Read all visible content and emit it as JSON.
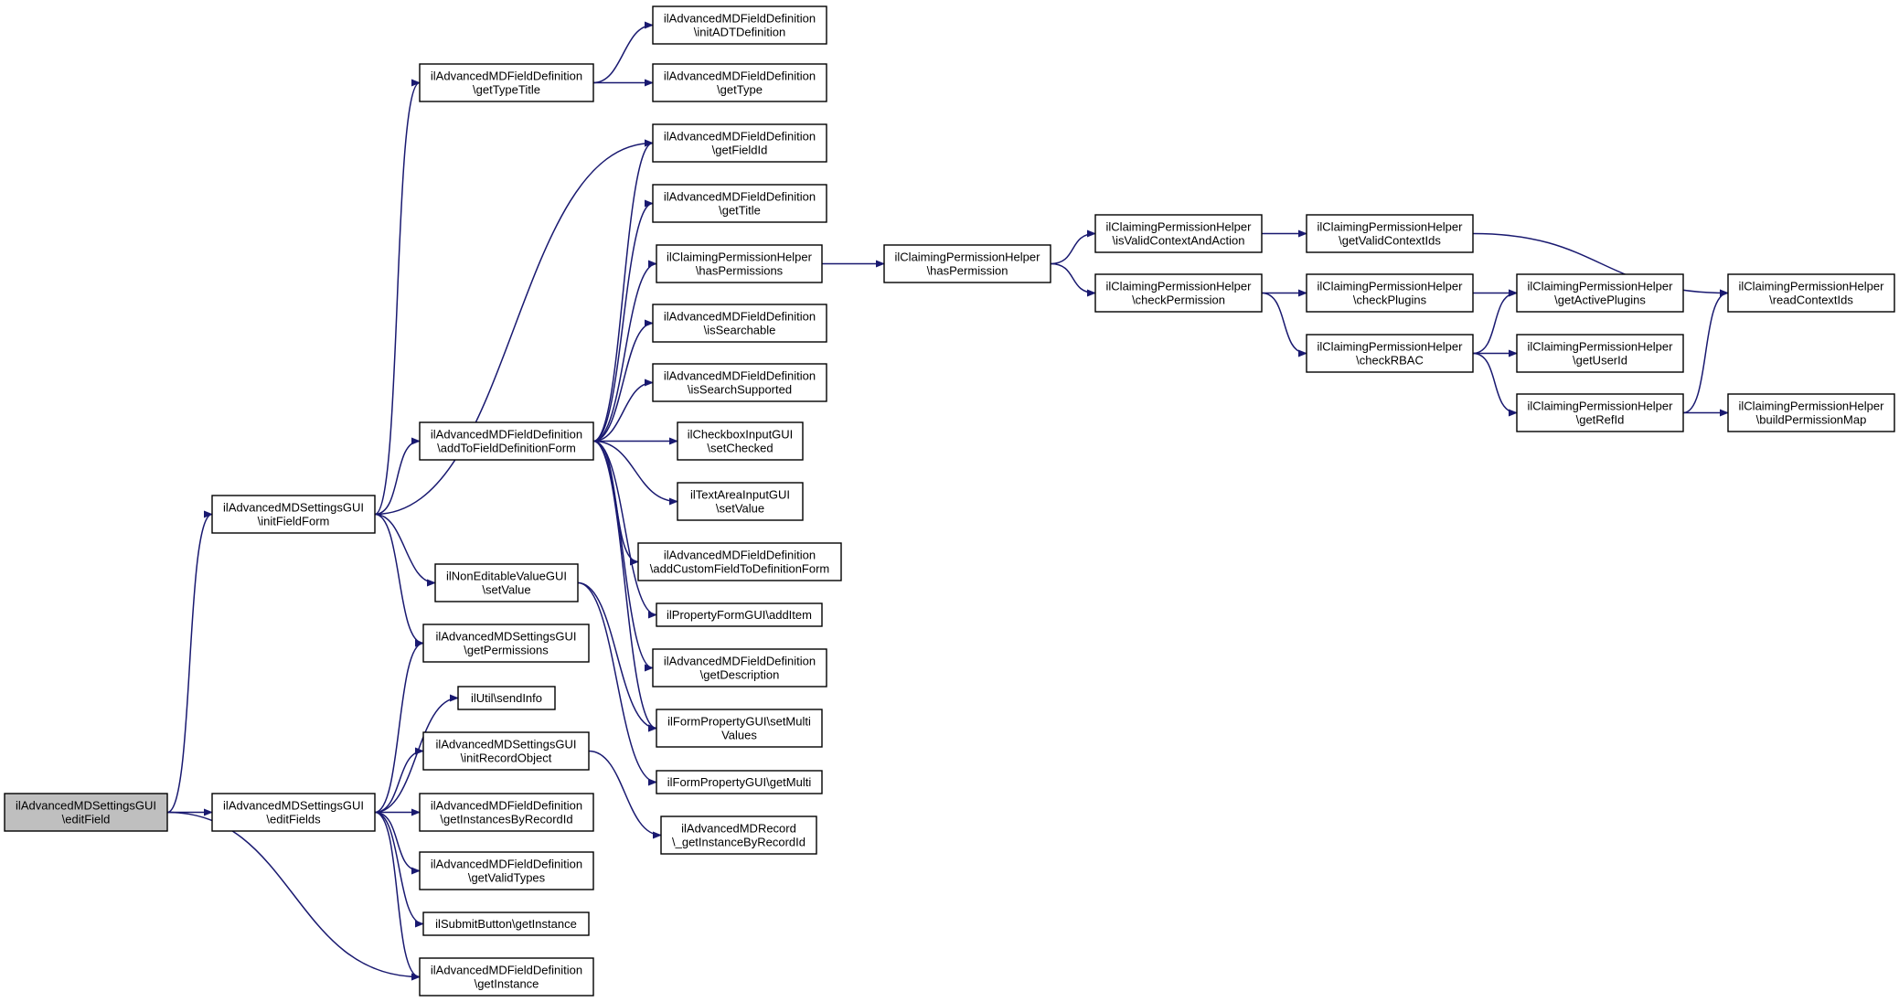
{
  "graph": {
    "colors": {
      "edge": "#191970",
      "node_fill": "#ffffff",
      "node_border": "#000000",
      "root_fill": "#bfbfbf"
    },
    "nodes": [
      {
        "id": "editField",
        "lines": [
          "ilAdvancedMDSettingsGUI",
          "\\editField"
        ],
        "root": true
      },
      {
        "id": "initFieldForm",
        "lines": [
          "ilAdvancedMDSettingsGUI",
          "\\initFieldForm"
        ]
      },
      {
        "id": "editFields",
        "lines": [
          "ilAdvancedMDSettingsGUI",
          "\\editFields"
        ]
      },
      {
        "id": "getTypeTitle",
        "lines": [
          "ilAdvancedMDFieldDefinition",
          "\\getTypeTitle"
        ]
      },
      {
        "id": "addToFieldDefinitionForm",
        "lines": [
          "ilAdvancedMDFieldDefinition",
          "\\addToFieldDefinitionForm"
        ]
      },
      {
        "id": "nonEditableSetValue",
        "lines": [
          "ilNonEditableValueGUI",
          "\\setValue"
        ]
      },
      {
        "id": "getPermissions",
        "lines": [
          "ilAdvancedMDSettingsGUI",
          "\\getPermissions"
        ]
      },
      {
        "id": "sendInfo",
        "lines": [
          "ilUtil\\sendInfo"
        ]
      },
      {
        "id": "initRecordObject",
        "lines": [
          "ilAdvancedMDSettingsGUI",
          "\\initRecordObject"
        ]
      },
      {
        "id": "getInstancesByRecordId",
        "lines": [
          "ilAdvancedMDFieldDefinition",
          "\\getInstancesByRecordId"
        ]
      },
      {
        "id": "getValidTypes",
        "lines": [
          "ilAdvancedMDFieldDefinition",
          "\\getValidTypes"
        ]
      },
      {
        "id": "submitGetInstance",
        "lines": [
          "ilSubmitButton\\getInstance"
        ]
      },
      {
        "id": "fdGetInstance",
        "lines": [
          "ilAdvancedMDFieldDefinition",
          "\\getInstance"
        ]
      },
      {
        "id": "initADTDefinition",
        "lines": [
          "ilAdvancedMDFieldDefinition",
          "\\initADTDefinition"
        ]
      },
      {
        "id": "getType",
        "lines": [
          "ilAdvancedMDFieldDefinition",
          "\\getType"
        ]
      },
      {
        "id": "getFieldId",
        "lines": [
          "ilAdvancedMDFieldDefinition",
          "\\getFieldId"
        ]
      },
      {
        "id": "getTitle",
        "lines": [
          "ilAdvancedMDFieldDefinition",
          "\\getTitle"
        ]
      },
      {
        "id": "hasPermissions",
        "lines": [
          "ilClaimingPermissionHelper",
          "\\hasPermissions"
        ]
      },
      {
        "id": "isSearchable",
        "lines": [
          "ilAdvancedMDFieldDefinition",
          "\\isSearchable"
        ]
      },
      {
        "id": "isSearchSupported",
        "lines": [
          "ilAdvancedMDFieldDefinition",
          "\\isSearchSupported"
        ]
      },
      {
        "id": "checkboxSetChecked",
        "lines": [
          "ilCheckboxInputGUI",
          "\\setChecked"
        ]
      },
      {
        "id": "textAreaSetValue",
        "lines": [
          "ilTextAreaInputGUI",
          "\\setValue"
        ]
      },
      {
        "id": "addCustomField",
        "lines": [
          "ilAdvancedMDFieldDefinition",
          "\\addCustomFieldToDefinitionForm"
        ]
      },
      {
        "id": "addItem",
        "lines": [
          "ilPropertyFormGUI\\addItem"
        ]
      },
      {
        "id": "getDescription",
        "lines": [
          "ilAdvancedMDFieldDefinition",
          "\\getDescription"
        ]
      },
      {
        "id": "setMultiValues",
        "lines": [
          "ilFormPropertyGUI\\setMulti",
          "Values"
        ]
      },
      {
        "id": "getMulti",
        "lines": [
          "ilFormPropertyGUI\\getMulti"
        ]
      },
      {
        "id": "getInstanceByRecordId",
        "lines": [
          "ilAdvancedMDRecord",
          "\\_getInstanceByRecordId"
        ]
      },
      {
        "id": "hasPermission",
        "lines": [
          "ilClaimingPermissionHelper",
          "\\hasPermission"
        ]
      },
      {
        "id": "isValidContextAndAction",
        "lines": [
          "ilClaimingPermissionHelper",
          "\\isValidContextAndAction"
        ]
      },
      {
        "id": "checkPermission",
        "lines": [
          "ilClaimingPermissionHelper",
          "\\checkPermission"
        ]
      },
      {
        "id": "getValidContextIds",
        "lines": [
          "ilClaimingPermissionHelper",
          "\\getValidContextIds"
        ]
      },
      {
        "id": "checkPlugins",
        "lines": [
          "ilClaimingPermissionHelper",
          "\\checkPlugins"
        ]
      },
      {
        "id": "checkRBAC",
        "lines": [
          "ilClaimingPermissionHelper",
          "\\checkRBAC"
        ]
      },
      {
        "id": "getActivePlugins",
        "lines": [
          "ilClaimingPermissionHelper",
          "\\getActivePlugins"
        ]
      },
      {
        "id": "getUserId",
        "lines": [
          "ilClaimingPermissionHelper",
          "\\getUserId"
        ]
      },
      {
        "id": "getRefId",
        "lines": [
          "ilClaimingPermissionHelper",
          "\\getRefId"
        ]
      },
      {
        "id": "readContextIds",
        "lines": [
          "ilClaimingPermissionHelper",
          "\\readContextIds"
        ]
      },
      {
        "id": "buildPermissionMap",
        "lines": [
          "ilClaimingPermissionHelper",
          "\\buildPermissionMap"
        ]
      }
    ],
    "edges": [
      {
        "from": "editField",
        "to": "initFieldForm"
      },
      {
        "from": "editField",
        "to": "editFields"
      },
      {
        "from": "editField",
        "to": "fdGetInstance"
      },
      {
        "from": "initFieldForm",
        "to": "getTypeTitle"
      },
      {
        "from": "initFieldForm",
        "to": "getFieldId"
      },
      {
        "from": "initFieldForm",
        "to": "addToFieldDefinitionForm"
      },
      {
        "from": "initFieldForm",
        "to": "nonEditableSetValue"
      },
      {
        "from": "initFieldForm",
        "to": "getPermissions"
      },
      {
        "from": "editFields",
        "to": "getPermissions"
      },
      {
        "from": "editFields",
        "to": "sendInfo"
      },
      {
        "from": "editFields",
        "to": "initRecordObject"
      },
      {
        "from": "editFields",
        "to": "getInstancesByRecordId"
      },
      {
        "from": "editFields",
        "to": "getValidTypes"
      },
      {
        "from": "editFields",
        "to": "submitGetInstance"
      },
      {
        "from": "editFields",
        "to": "fdGetInstance"
      },
      {
        "from": "getTypeTitle",
        "to": "initADTDefinition"
      },
      {
        "from": "getTypeTitle",
        "to": "getType"
      },
      {
        "from": "addToFieldDefinitionForm",
        "to": "getFieldId"
      },
      {
        "from": "addToFieldDefinitionForm",
        "to": "getTitle"
      },
      {
        "from": "addToFieldDefinitionForm",
        "to": "hasPermissions"
      },
      {
        "from": "addToFieldDefinitionForm",
        "to": "isSearchable"
      },
      {
        "from": "addToFieldDefinitionForm",
        "to": "isSearchSupported"
      },
      {
        "from": "addToFieldDefinitionForm",
        "to": "checkboxSetChecked"
      },
      {
        "from": "addToFieldDefinitionForm",
        "to": "textAreaSetValue"
      },
      {
        "from": "addToFieldDefinitionForm",
        "to": "addCustomField"
      },
      {
        "from": "addToFieldDefinitionForm",
        "to": "addItem"
      },
      {
        "from": "addToFieldDefinitionForm",
        "to": "getDescription"
      },
      {
        "from": "addToFieldDefinitionForm",
        "to": "setMultiValues"
      },
      {
        "from": "nonEditableSetValue",
        "to": "setMultiValues"
      },
      {
        "from": "nonEditableSetValue",
        "to": "getMulti"
      },
      {
        "from": "initRecordObject",
        "to": "getInstanceByRecordId"
      },
      {
        "from": "hasPermissions",
        "to": "hasPermission"
      },
      {
        "from": "hasPermission",
        "to": "isValidContextAndAction"
      },
      {
        "from": "hasPermission",
        "to": "checkPermission"
      },
      {
        "from": "isValidContextAndAction",
        "to": "getValidContextIds"
      },
      {
        "from": "getValidContextIds",
        "to": "readContextIds"
      },
      {
        "from": "checkPermission",
        "to": "checkPlugins"
      },
      {
        "from": "checkPermission",
        "to": "checkRBAC"
      },
      {
        "from": "checkPlugins",
        "to": "getActivePlugins"
      },
      {
        "from": "checkRBAC",
        "to": "getActivePlugins"
      },
      {
        "from": "checkRBAC",
        "to": "getUserId"
      },
      {
        "from": "checkRBAC",
        "to": "getRefId"
      },
      {
        "from": "getRefId",
        "to": "readContextIds"
      },
      {
        "from": "getRefId",
        "to": "buildPermissionMap"
      }
    ]
  }
}
